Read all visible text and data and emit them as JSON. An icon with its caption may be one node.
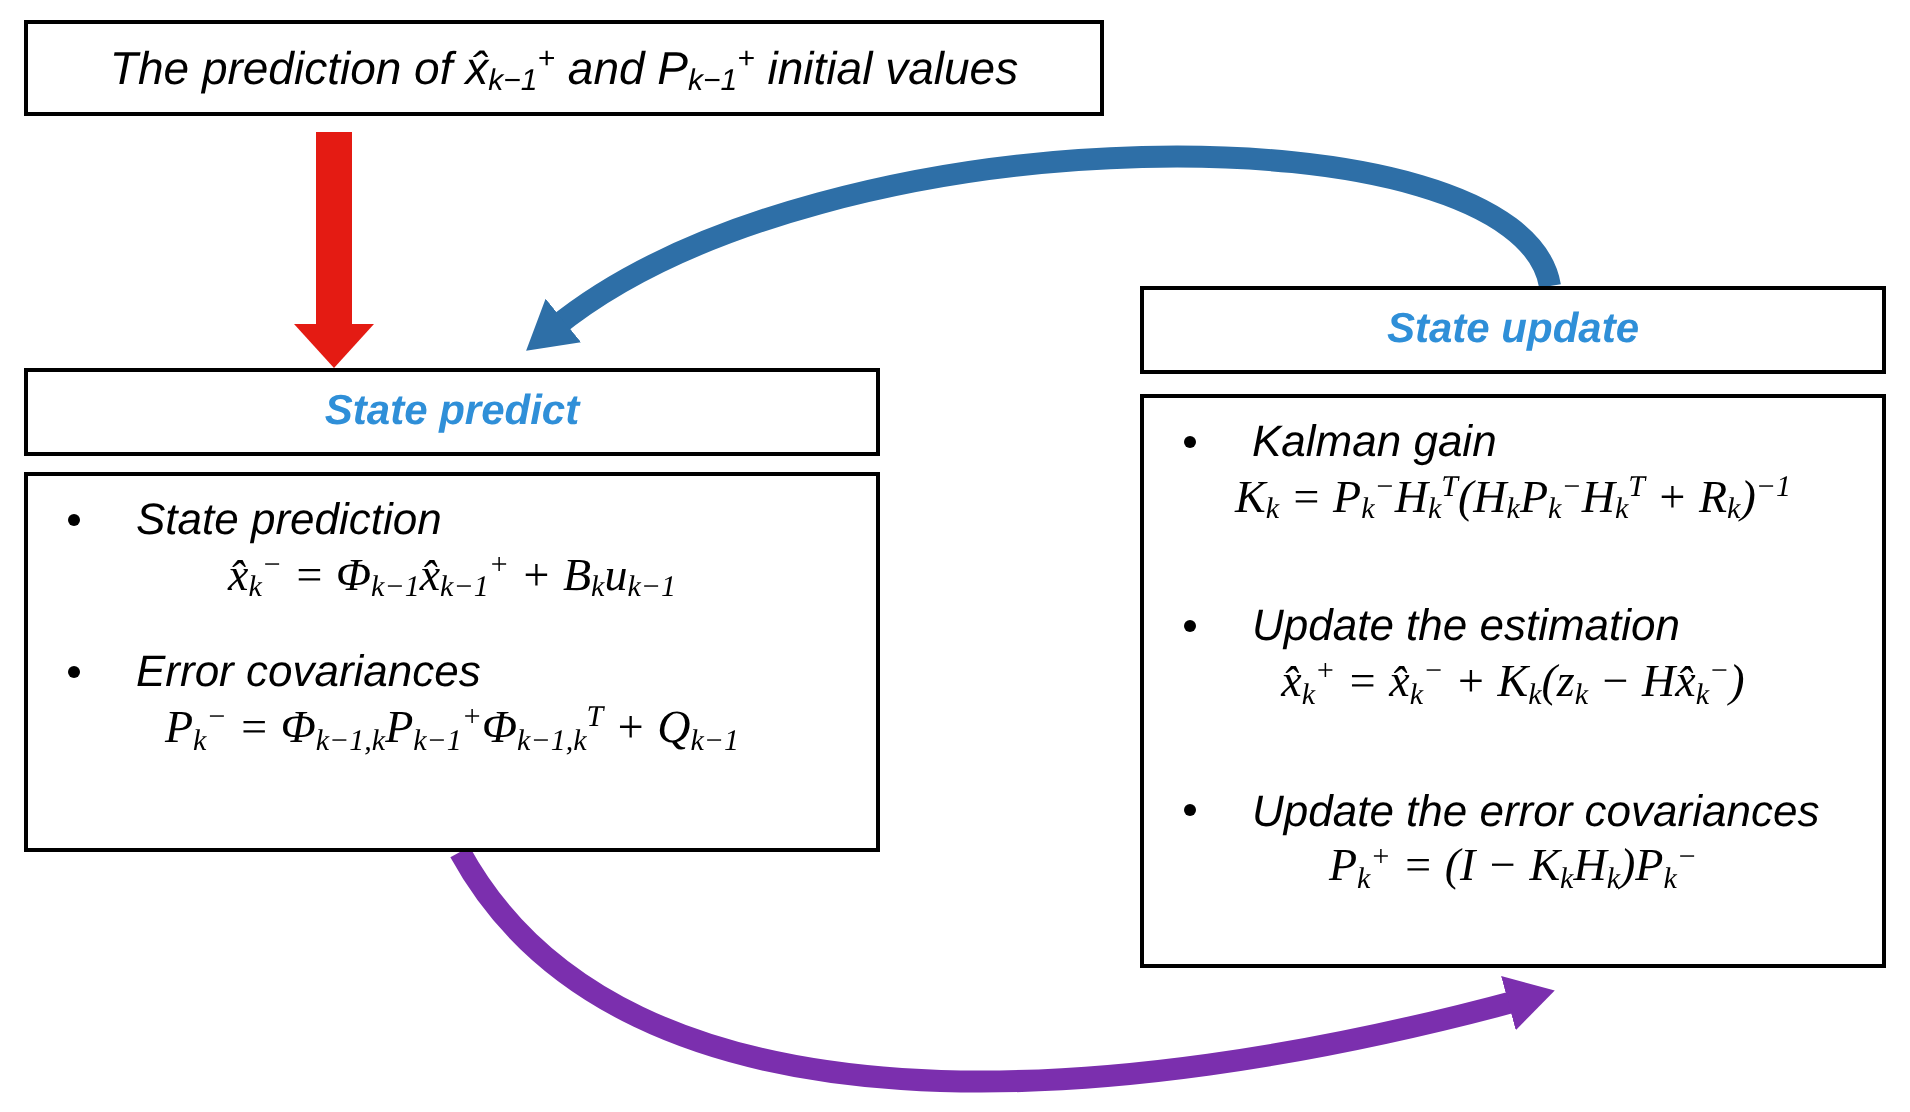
{
  "diagram": {
    "nodes": [
      {
        "text": [
          "The prediction of x̂$_{k−1}$$^{+}$ and P$_{k−1}$$^{+}$ initial values"
        ]
      },
      {
        "text": [
          "State predict"
        ]
      },
      {
        "text": [
          "State prediction",
          "x̂$_{k}$$^{−}$ = Φ$_{k−1}$x̂$_{k−1}$$^{+}$ + B$_{k}$u$_{k−1}$",
          "Error covariances",
          "P$_{k}$$^{−}$ = Φ$_{k−1,k}$P$_{k−1}$$^{+}$Φ$_{k−1,k}$$^{T}$ + Q$_{k−1}$"
        ]
      },
      {
        "text": [
          "State update"
        ]
      },
      {
        "text": [
          "Kalman gain",
          "K$_{k}$ = P$_{k}$$^{−}$H$_{k}$$^{T}$(H$_{k}$P$_{k}$$^{−}$H$_{k}$$^{T}$ + R$_{k}$)$^{−1}$",
          "Update the estimation",
          "x̂$_{k}$$^{+}$ = x̂$_{k}$$^{−}$ + K$_{k}$(z$_{k}$ − Hx̂$_{k}$$^{−}$)",
          "Update the error covariances",
          "P$_{k}$$^{+}$ = (I − K$_{k}$H$_{k}$)P$_{k}$$^{−}$"
        ]
      }
    ],
    "edges": [
      {
        "from": 0,
        "to": 1,
        "arrow": "to",
        "color": "#e41b13"
      },
      {
        "from": 3,
        "to": 1,
        "arrow": "to",
        "color": "#2e6fa7"
      },
      {
        "from": 2,
        "to": 4,
        "arrow": "to",
        "color": "#7b2fae"
      }
    ]
  }
}
